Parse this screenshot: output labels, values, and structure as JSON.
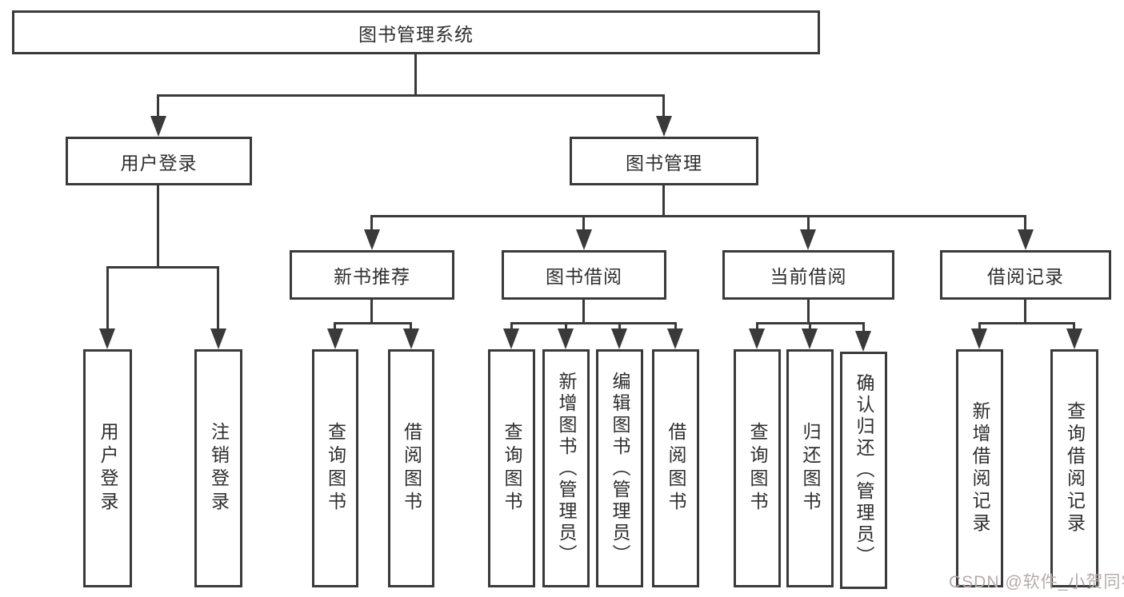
{
  "tree": {
    "root": "图书管理系统",
    "user_login": {
      "label": "用户登录",
      "children": [
        "用户登录",
        "注销登录"
      ]
    },
    "book_mgmt": {
      "label": "图书管理",
      "sections": {
        "new_book_rec": {
          "label": "新书推荐",
          "children": [
            "查询图书",
            "借阅图书"
          ]
        },
        "book_borrow": {
          "label": "图书借阅",
          "children": [
            "查询图书",
            "新增图书（管理员）",
            "编辑图书（管理员）",
            "借阅图书"
          ]
        },
        "current_borrow": {
          "label": "当前借阅",
          "children": [
            "查询图书",
            "归还图书",
            "确认归还（管理员）"
          ]
        },
        "borrow_records": {
          "label": "借阅记录",
          "children": [
            "新增借阅记录",
            "查询借阅记录"
          ]
        }
      }
    }
  },
  "watermark": "CSDN @软件_小贺同学",
  "colors": {
    "line": "#3a3a3a",
    "box_border": "#3a3a3a",
    "box_bg": "#ffffff",
    "text": "#2e2e2e",
    "watermark": "#b5abab",
    "background": "#ffffff"
  }
}
